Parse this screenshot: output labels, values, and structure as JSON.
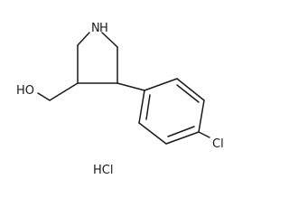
{
  "molecule": {
    "atoms": {
      "nitrogen": "N",
      "nitrogen_h": "H",
      "hydroxyl": "HO",
      "chlorine": "Cl"
    },
    "salt": "HCl"
  }
}
